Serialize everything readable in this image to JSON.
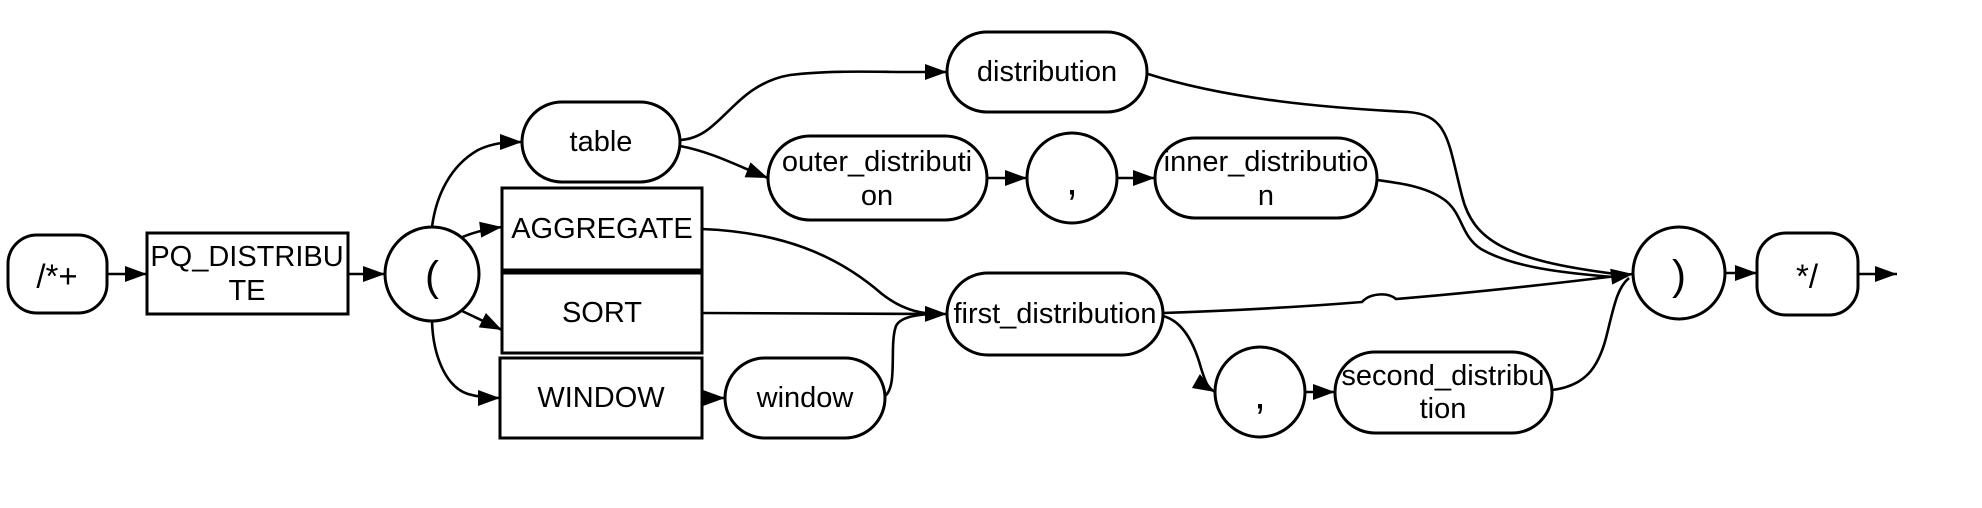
{
  "diagram": {
    "kind": "railroad-syntax-diagram",
    "colors": {
      "stroke": "#000000",
      "background": "#ffffff",
      "text": "#000000"
    },
    "nodes": {
      "start_comment": "/*+",
      "pq_distribute": [
        "PQ_DISTRIBU",
        "TE"
      ],
      "open_paren": "(",
      "table": "table",
      "aggregate": "AGGREGATE",
      "sort": "SORT",
      "window_keyword": "WINDOW",
      "window": "window",
      "distribution": "distribution",
      "outer_distribution": [
        "outer_distributi",
        "on"
      ],
      "comma_1": ",",
      "inner_distribution": [
        "inner_distributio",
        "n"
      ],
      "first_distribution": "first_distribution",
      "comma_2": ",",
      "second_distribution": [
        "second_distribu",
        "tion"
      ],
      "close_paren": ")",
      "end_comment": "*/"
    }
  }
}
